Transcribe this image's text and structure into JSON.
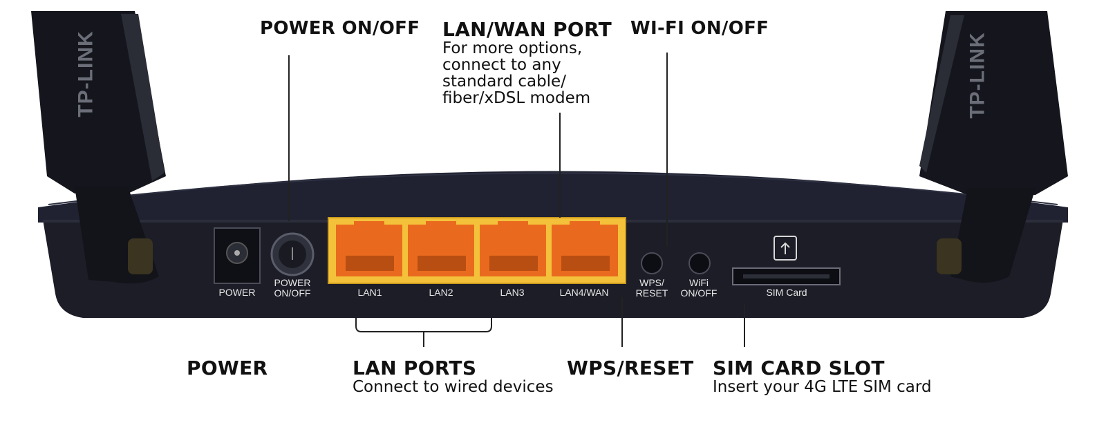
{
  "brand": "TP-LINK",
  "callouts": {
    "power_switch": {
      "title": "POWER ON/OFF"
    },
    "lan_wan": {
      "title": "LAN/WAN PORT",
      "lines": [
        "For more options,",
        "connect to any",
        "standard cable/",
        "fiber/xDSL modem"
      ]
    },
    "wifi": {
      "title": "WI-FI ON/OFF"
    },
    "power": {
      "title": "POWER"
    },
    "lan_ports": {
      "title": "LAN PORTS",
      "sub": "Connect to wired devices"
    },
    "wps": {
      "title": "WPS/RESET"
    },
    "sim": {
      "title": "SIM CARD SLOT",
      "sub": "Insert your 4G LTE SIM card"
    }
  },
  "panel_labels": {
    "power": "POWER",
    "power_onoff": [
      "POWER",
      "ON/OFF"
    ],
    "lan1": "LAN1",
    "lan2": "LAN2",
    "lan3": "LAN3",
    "lan4": "LAN4/WAN",
    "wps": [
      "WPS/",
      "RESET"
    ],
    "wifi": [
      "WiFi",
      "ON/OFF"
    ],
    "sim": "SIM Card"
  },
  "colors": {
    "body": "#1c1d27",
    "port_block": "#f4c23a",
    "port_orange": "#e96a1e",
    "antenna": "#15161d"
  }
}
